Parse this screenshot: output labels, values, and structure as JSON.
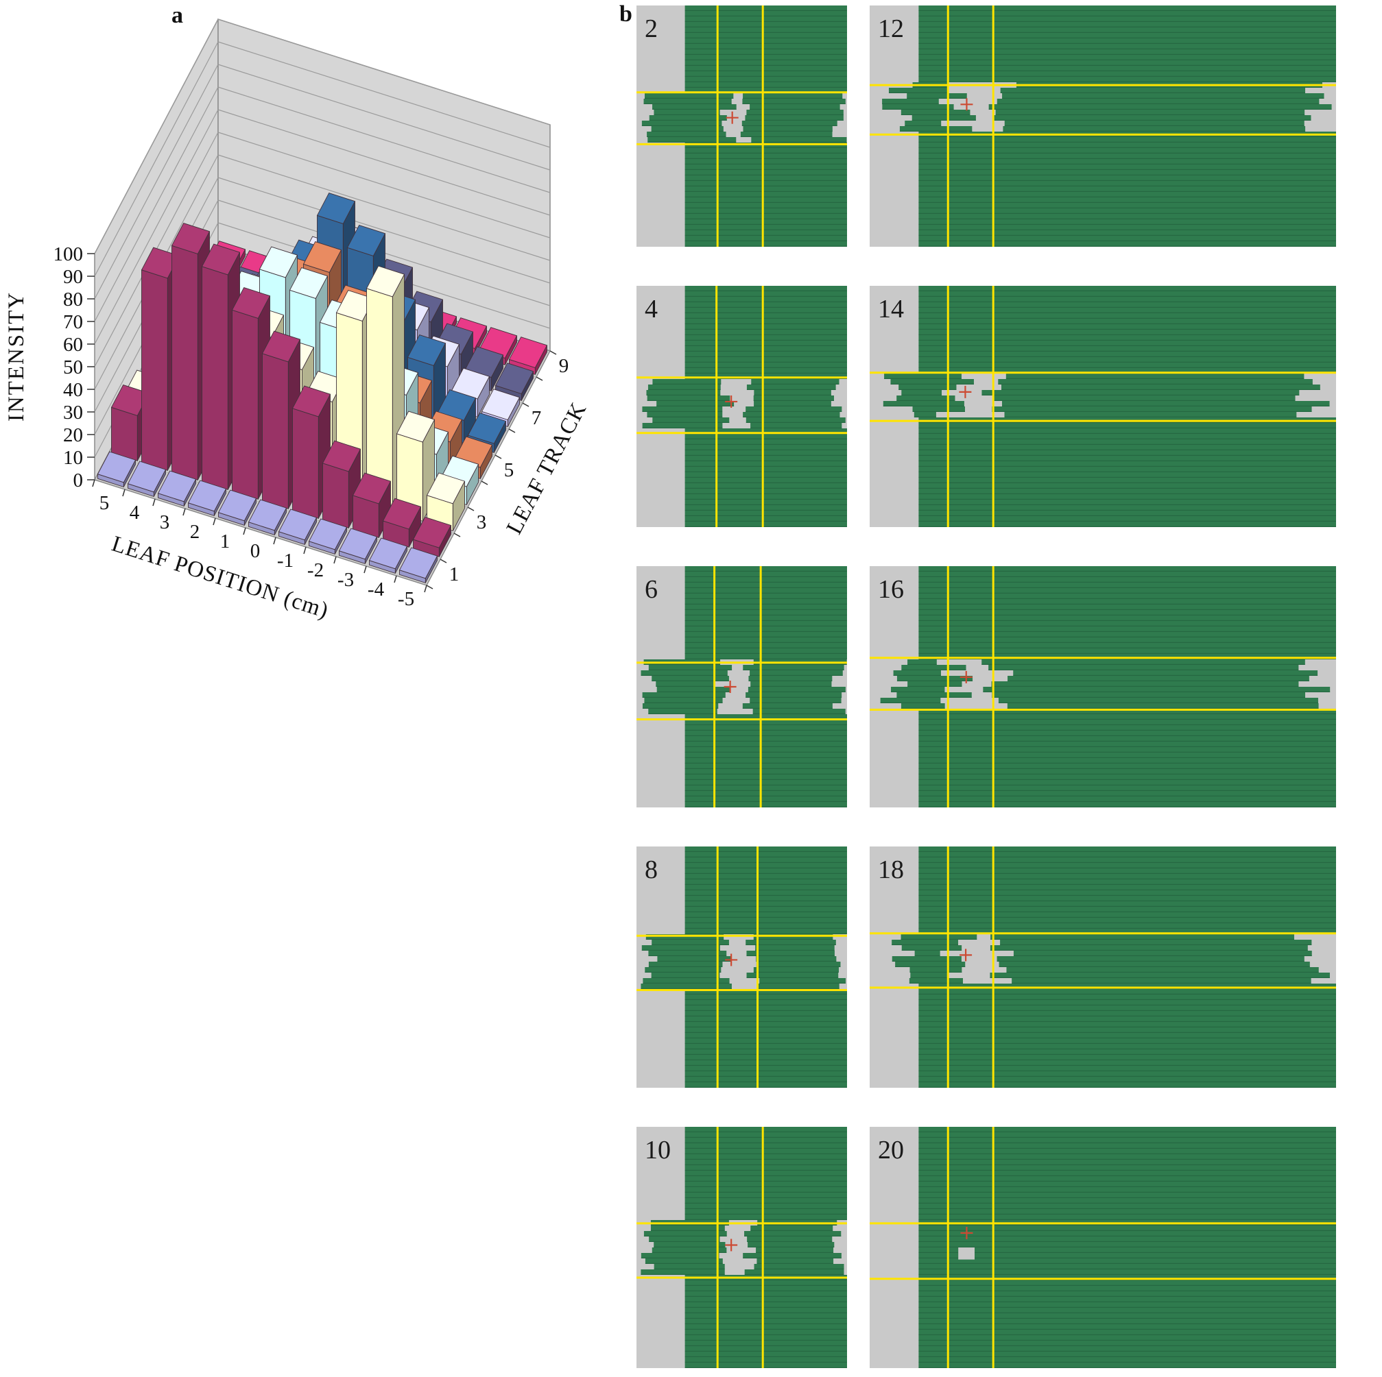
{
  "figure": {
    "panel_a_label": "a",
    "panel_b_label": "b"
  },
  "chart_data": {
    "type": "bar",
    "subtype": "3d-bar-grid",
    "title": "",
    "xlabel": "LEAF POSITION (cm)",
    "ylabel": "INTENSITY",
    "zlabel": "LEAF TRACK",
    "x_categories": [
      "5",
      "4",
      "3",
      "2",
      "1",
      "0",
      "-1",
      "-2",
      "-3",
      "-4",
      "-5"
    ],
    "z_categories": [
      "1",
      "2",
      "3",
      "4",
      "5",
      "6",
      "7",
      "8",
      "9"
    ],
    "z_tick_labels": [
      "1",
      "3",
      "5",
      "7",
      "9"
    ],
    "y_ticks": [
      0,
      10,
      20,
      30,
      40,
      50,
      60,
      70,
      80,
      90,
      100
    ],
    "ylim": [
      0,
      100
    ],
    "grid": true,
    "wall_color": "#d6d6d6",
    "floor_color": "#cdcdcd",
    "series": [
      {
        "name": "1",
        "color": "#9999cc",
        "values": [
          2,
          2,
          2,
          2,
          2,
          2,
          2,
          2,
          2,
          2,
          2
        ]
      },
      {
        "name": "2",
        "color": "#993366",
        "values": [
          20,
          85,
          100,
          95,
          80,
          65,
          45,
          25,
          15,
          8,
          4
        ]
      },
      {
        "name": "3",
        "color": "#ffffcc",
        "values": [
          15,
          30,
          45,
          55,
          60,
          50,
          40,
          80,
          95,
          35,
          12
        ]
      },
      {
        "name": "4",
        "color": "#ccffff",
        "values": [
          10,
          20,
          40,
          60,
          75,
          70,
          60,
          50,
          40,
          18,
          8
        ]
      },
      {
        "name": "5",
        "color": "#cc7a55",
        "values": [
          6,
          15,
          30,
          45,
          60,
          70,
          55,
          40,
          25,
          12,
          5
        ]
      },
      {
        "name": "6",
        "color": "#336699",
        "values": [
          5,
          12,
          25,
          40,
          55,
          80,
          70,
          45,
          30,
          10,
          4
        ]
      },
      {
        "name": "7",
        "color": "#ccccff",
        "values": [
          4,
          10,
          20,
          30,
          45,
          55,
          40,
          30,
          18,
          8,
          3
        ]
      },
      {
        "name": "8",
        "color": "#55557d",
        "values": [
          3,
          8,
          15,
          25,
          35,
          40,
          32,
          22,
          12,
          6,
          3
        ]
      },
      {
        "name": "9",
        "color": "#cc3377",
        "values": [
          3,
          3,
          3,
          3,
          3,
          3,
          3,
          3,
          3,
          3,
          3
        ]
      }
    ]
  },
  "panel_b": {
    "label": "b",
    "colors": {
      "leaf_green": "#2f7b4e",
      "leaf_line": "#1f5a38",
      "background_gray": "#c9c9c9",
      "jaw_yellow": "#ffe400",
      "cross_red": "#cc4a33",
      "label_color": "#1a1a1a"
    },
    "segments": [
      {
        "label": "2",
        "column": 0,
        "row": 0,
        "gray_col": 0.23,
        "band": [
          0.355,
          0.565
        ],
        "gap": [
          0.43,
          0.52
        ],
        "yellow_h": [
          0.36,
          0.575
        ],
        "yellow_v": [
          0.385,
          0.6
        ],
        "cross": [
          0.455,
          0.465
        ]
      },
      {
        "label": "4",
        "column": 0,
        "row": 1,
        "gray_col": 0.23,
        "band": [
          0.375,
          0.6
        ],
        "gap": [
          0.42,
          0.53
        ],
        "yellow_h": [
          0.38,
          0.61
        ],
        "yellow_v": [
          0.38,
          0.6
        ],
        "cross": [
          0.45,
          0.48
        ]
      },
      {
        "label": "6",
        "column": 0,
        "row": 2,
        "gray_col": 0.23,
        "band": [
          0.395,
          0.625
        ],
        "gap": [
          0.41,
          0.53
        ],
        "yellow_h": [
          0.4,
          0.635
        ],
        "yellow_v": [
          0.37,
          0.59
        ],
        "cross": [
          0.445,
          0.5
        ]
      },
      {
        "label": "8",
        "column": 0,
        "row": 3,
        "gray_col": 0.23,
        "band": [
          0.365,
          0.585
        ],
        "gap": [
          0.42,
          0.55
        ],
        "yellow_h": [
          0.37,
          0.595
        ],
        "yellow_v": [
          0.385,
          0.575
        ],
        "cross": [
          0.45,
          0.47
        ]
      },
      {
        "label": "10",
        "column": 0,
        "row": 4,
        "gray_col": 0.23,
        "band": [
          0.395,
          0.615
        ],
        "gap": [
          0.42,
          0.54
        ],
        "yellow_h": [
          0.4,
          0.625
        ],
        "yellow_v": [
          0.385,
          0.6
        ],
        "cross": [
          0.45,
          0.49
        ]
      },
      {
        "label": "12",
        "column": 1,
        "row": 0,
        "gray_col": 0.105,
        "band": [
          0.325,
          0.525
        ],
        "gap": [
          0.185,
          0.28
        ],
        "yellow_h": [
          0.33,
          0.535
        ],
        "yellow_v": [
          0.168,
          0.265
        ],
        "cross": [
          0.208,
          0.41
        ]
      },
      {
        "label": "14",
        "column": 1,
        "row": 1,
        "gray_col": 0.105,
        "band": [
          0.355,
          0.55
        ],
        "gap": [
          0.18,
          0.27
        ],
        "yellow_h": [
          0.36,
          0.56
        ],
        "yellow_v": [
          0.168,
          0.265
        ],
        "cross": [
          0.205,
          0.44
        ]
      },
      {
        "label": "16",
        "column": 1,
        "row": 2,
        "gray_col": 0.105,
        "band": [
          0.375,
          0.585
        ],
        "gap": [
          0.185,
          0.275
        ],
        "yellow_h": [
          0.38,
          0.595
        ],
        "yellow_v": [
          0.168,
          0.265
        ],
        "cross": [
          0.207,
          0.46
        ]
      },
      {
        "label": "18",
        "column": 1,
        "row": 3,
        "gray_col": 0.105,
        "band": [
          0.355,
          0.575
        ],
        "gap": [
          0.19,
          0.275
        ],
        "yellow_h": [
          0.36,
          0.585
        ],
        "yellow_v": [
          0.168,
          0.265
        ],
        "cross": [
          0.206,
          0.45
        ]
      },
      {
        "label": "20",
        "column": 1,
        "row": 4,
        "gray_col": 0.105,
        "band": null,
        "gap": null,
        "yellow_h": [
          0.4,
          0.63
        ],
        "yellow_v": [
          0.168,
          0.265
        ],
        "cross": [
          0.208,
          0.44
        ],
        "extras": {
          "small_square": [
            0.19,
            0.5,
            0.035,
            0.05
          ],
          "left_strip": [
            0.0,
            0.505,
            0.06,
            0.028
          ]
        }
      }
    ]
  }
}
